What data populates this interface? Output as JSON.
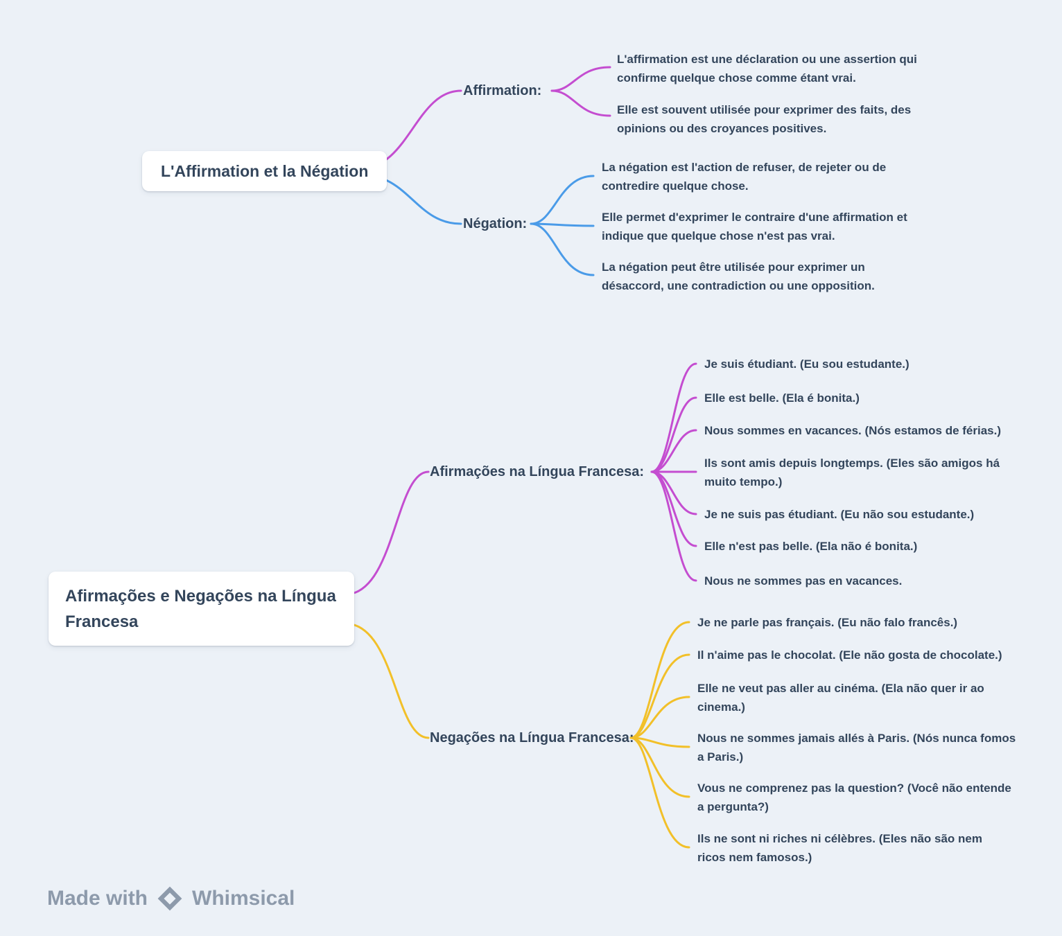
{
  "colors": {
    "background": "#ecf1f7",
    "magenta": "#c44dd0",
    "blue": "#4a9be8",
    "yellow": "#f2c029",
    "text": "#33455b",
    "footer": "#8d9aab"
  },
  "map1": {
    "root": "L'Affirmation et la Négation",
    "branches": [
      {
        "label": "Affirmation:",
        "children": [
          "L'affirmation est une déclaration ou une assertion qui confirme quelque chose comme étant vrai.",
          "Elle est souvent utilisée pour exprimer des faits, des opinions ou des croyances positives."
        ]
      },
      {
        "label": "Négation:",
        "children": [
          "La négation est l'action de refuser, de rejeter ou de contredire quelque chose.",
          "Elle permet d'exprimer le contraire d'une affirmation et indique que quelque chose n'est pas vrai.",
          "La négation peut être utilisée pour exprimer un désaccord, une contradiction ou une opposition."
        ]
      }
    ]
  },
  "map2": {
    "root": "Afirmações e Negações na Língua Francesa",
    "branches": [
      {
        "label": "Afirmações na Língua Francesa:",
        "children": [
          "Je suis étudiant. (Eu sou estudante.)",
          "Elle est belle. (Ela é bonita.)",
          "Nous sommes en vacances. (Nós estamos de férias.)",
          "Ils sont amis depuis longtemps. (Eles são amigos há muito tempo.)",
          "Je ne suis pas étudiant. (Eu não sou estudante.)",
          "Elle n'est pas belle. (Ela não é bonita.)",
          "Nous ne sommes pas en vacances."
        ]
      },
      {
        "label": "Negações na Língua Francesa:",
        "children": [
          "Je ne parle pas français. (Eu não falo francês.)",
          "Il n'aime pas le chocolat. (Ele não gosta de chocolate.)",
          "Elle ne veut pas aller au cinéma. (Ela não quer ir ao cinema.)",
          "Nous ne sommes jamais allés à Paris. (Nós nunca fomos a Paris.)",
          "Vous ne comprenez pas la question? (Você não entende a pergunta?)",
          "Ils ne sont ni riches ni célèbres. (Eles não são nem ricos nem famosos.)"
        ]
      }
    ]
  },
  "footer": {
    "made_with": "Made with",
    "brand": "Whimsical"
  }
}
